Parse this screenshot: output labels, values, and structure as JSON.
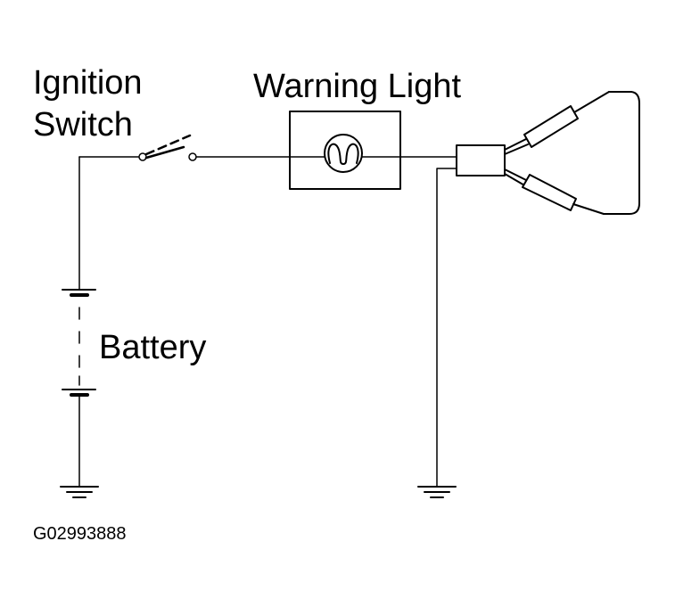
{
  "labels": {
    "ignition_line1": "Ignition",
    "ignition_line2": "Switch",
    "warning_light": "Warning Light",
    "battery": "Battery",
    "figure_code": "G02993888"
  },
  "colors": {
    "line": "#000000",
    "background": "#ffffff"
  },
  "icons": {
    "switch": "open-switch-icon",
    "lamp": "lamp-bulb-icon",
    "battery": "battery-icon",
    "ground": "ground-icon",
    "sensor": "level-sensor-icon"
  }
}
